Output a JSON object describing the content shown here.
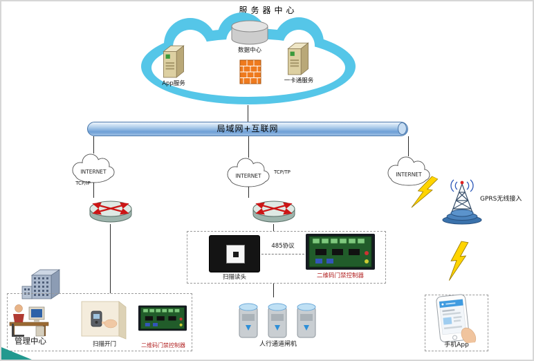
{
  "title": "服务器中心",
  "server_center": {
    "data_center_label": "数据中心",
    "app_service_label": "App服务",
    "card_service_label": "一卡通服务"
  },
  "backbone": {
    "label": "局域网+互联网"
  },
  "net": {
    "internet_left": "INTERNET",
    "internet_mid": "INTERNET",
    "internet_right": "INTERNET",
    "tcp_left": "TCP/IP",
    "tcp_mid": "TCP/TP",
    "gprs_label": "GPRS无线接入"
  },
  "mid_group": {
    "scan_reader_label": "扫描读头",
    "protocol_label": "485协议",
    "controller_label": "二维码门禁控制器"
  },
  "left_group": {
    "management_label": "管理中心",
    "scan_door_label": "扫描开门",
    "controller_label": "二维码门禁控制器"
  },
  "bottom": {
    "turnstile_label": "人行通道闸机",
    "phone_label": "手机App"
  },
  "colors": {
    "cloud_blue": "#55c6e8",
    "pipe_blue": "#6d9fd6",
    "firewall_orange": "#ee7a1e",
    "controller_text_red": "#b22222",
    "corner_teal": "#22998f",
    "router_arrow_red": "#cc1515",
    "lightning_yellow": "#ffd400",
    "pcb_green": "#215c2a",
    "phone_header_blue": "#3f9be0"
  },
  "icons": {
    "database_icon": "cylinder",
    "server_tower_icon": "3d server tower",
    "firewall_icon": "orange brick wall",
    "internet_cloud_icon": "outlined cloud",
    "router_icon": "cylinder with red crossed arrows",
    "lightning_icon": "yellow bolt",
    "gprs_antenna_icon": "lattice tower with radio waves",
    "scanner_icon": "black qr reader panel",
    "controller_board_icon": "green circuit board",
    "building_icon": "3d office building",
    "workstation_icon": "operator at computer desk",
    "wall_reader_icon": "wall mounted reader with hand",
    "turnstile_icon": "three channel gates",
    "phone_icon": "smartphone with app and finger"
  }
}
